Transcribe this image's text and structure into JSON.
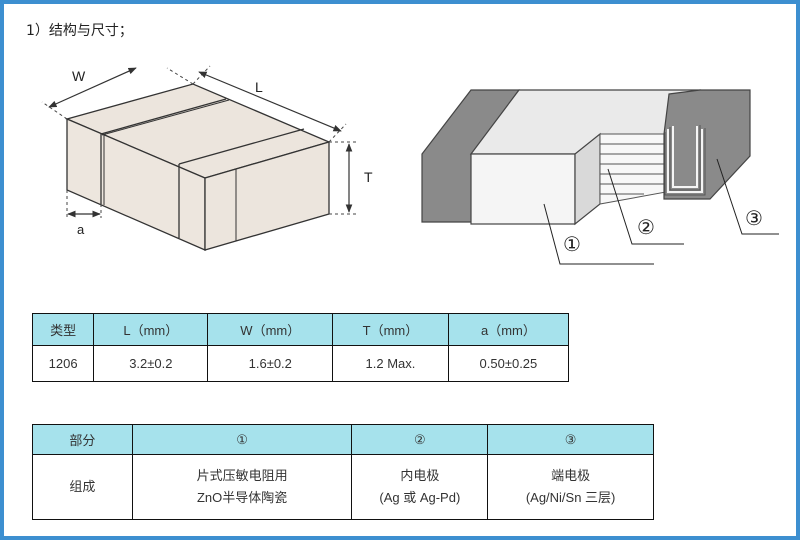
{
  "heading": "1）结构与尺寸；",
  "figure_left": {
    "labels": {
      "w": "W",
      "l": "L",
      "t": "T",
      "a": "a"
    }
  },
  "figure_right": {
    "callouts": [
      "①",
      "②",
      "③"
    ]
  },
  "dimension_table": {
    "headers": [
      "类型",
      "L（mm）",
      "W（mm）",
      "T（mm）",
      "a（mm）"
    ],
    "row": [
      "1206",
      "3.2±0.2",
      "1.6±0.2",
      "1.2 Max.",
      "0.50±0.25"
    ]
  },
  "composition_table": {
    "headers": [
      "部分",
      "①",
      "②",
      "③"
    ],
    "row_label": "组成",
    "cells": [
      {
        "line1": "片式压敏电阻用",
        "line2": "ZnO半导体陶瓷"
      },
      {
        "line1": "内电极",
        "line2": "(Ag 或 Ag-Pd)"
      },
      {
        "line1": "端电极",
        "line2": "(Ag/Ni/Sn 三层)"
      }
    ]
  }
}
